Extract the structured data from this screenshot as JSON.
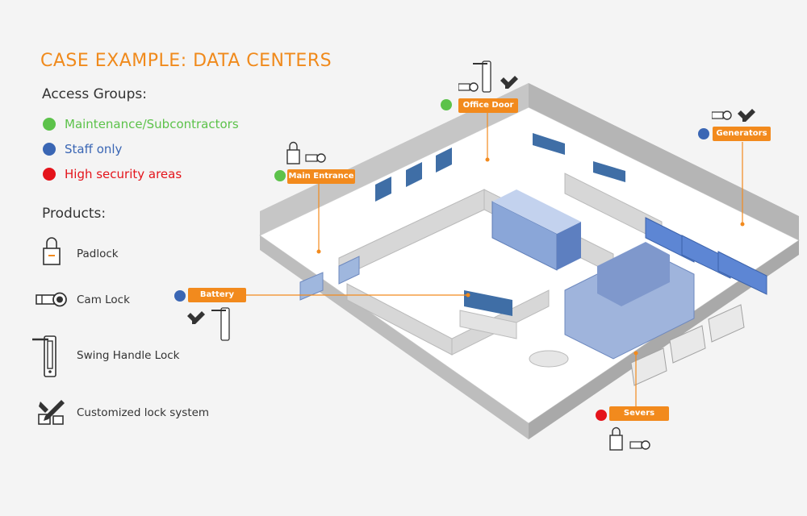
{
  "title": "CASE EXAMPLE: DATA CENTERS",
  "access_groups": {
    "heading": "Access Groups:",
    "items": [
      {
        "label": "Maintenance/Subcontractors",
        "color": "#5cc24a"
      },
      {
        "label": "Staff only",
        "color": "#3a66b4"
      },
      {
        "label": "High security areas",
        "color": "#e4141b"
      }
    ]
  },
  "products": {
    "heading": "Products:",
    "items": [
      {
        "label": "Padlock",
        "icon": "padlock-icon"
      },
      {
        "label": "Cam Lock",
        "icon": "cam-lock-icon"
      },
      {
        "label": "Swing Handle Lock",
        "icon": "swing-handle-lock-icon"
      },
      {
        "label": "Customized lock system",
        "icon": "customized-lock-icon"
      }
    ]
  },
  "markers": {
    "office_door": "Office Door",
    "generators": "Generators",
    "main_entrance": "Main Entrance",
    "battery": "Battery",
    "severs": "Severs"
  },
  "colors": {
    "accent": "#f28a1d",
    "green": "#5cc24a",
    "blue": "#3a66b4",
    "red": "#e4141b"
  }
}
